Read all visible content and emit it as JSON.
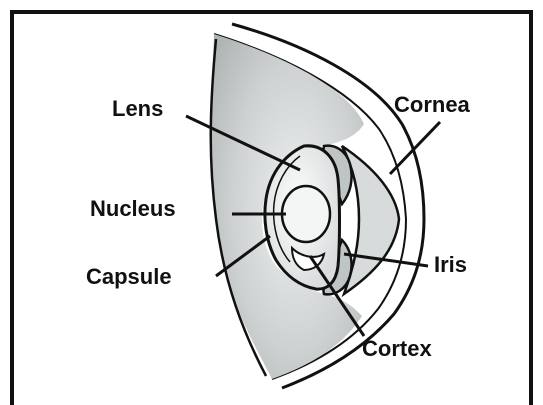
{
  "labels": {
    "lens": "Lens",
    "nucleus": "Nucleus",
    "capsule": "Capsule",
    "cornea": "Cornea",
    "iris": "Iris",
    "cortex": "Cortex"
  },
  "colors": {
    "line": "#111111",
    "tissue": "#cfd3d3",
    "tissue_dark": "#b4b9b9",
    "lens_fill": "#e9eded",
    "background": "#ffffff"
  }
}
